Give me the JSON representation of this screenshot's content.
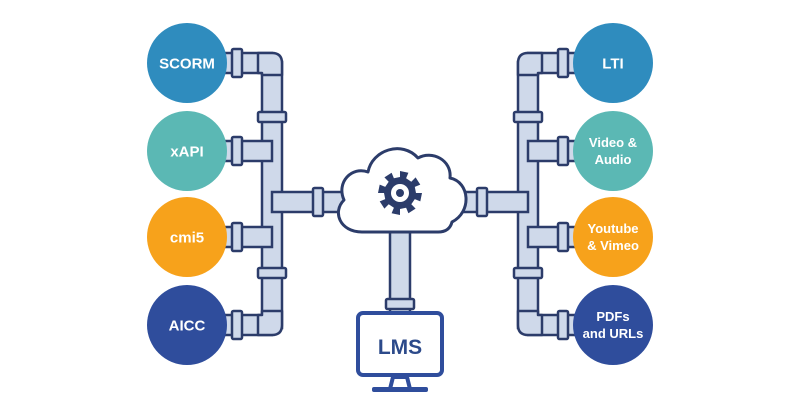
{
  "colors": {
    "pipe_fill": "#cfd9ea",
    "pipe_stroke": "#2c3c6a",
    "blue": "#2f8cbe",
    "teal": "#5bb8b4",
    "orange": "#f7a21b",
    "navy": "#2f4d9c",
    "monitor_stroke": "#2f4d9c",
    "gear": "#2c3c6a"
  },
  "left_nodes": [
    {
      "lines": [
        "SCORM"
      ],
      "color": "blue",
      "icon": "scorm-node"
    },
    {
      "lines": [
        "xAPI"
      ],
      "color": "teal",
      "icon": "xapi-node"
    },
    {
      "lines": [
        "cmi5"
      ],
      "color": "orange",
      "icon": "cmi5-node"
    },
    {
      "lines": [
        "AICC"
      ],
      "color": "navy",
      "icon": "aicc-node"
    }
  ],
  "right_nodes": [
    {
      "lines": [
        "LTI"
      ],
      "color": "blue",
      "icon": "lti-node"
    },
    {
      "lines": [
        "Video &",
        "Audio"
      ],
      "color": "teal",
      "icon": "video-audio-node"
    },
    {
      "lines": [
        "Youtube",
        "& Vimeo"
      ],
      "color": "orange",
      "icon": "youtube-vimeo-node"
    },
    {
      "lines": [
        "PDFs",
        "and URLs"
      ],
      "color": "navy",
      "icon": "pdfs-urls-node"
    }
  ],
  "center": {
    "icon": "cloud-gear-icon"
  },
  "monitor": {
    "label": "LMS",
    "icon": "monitor-icon"
  }
}
